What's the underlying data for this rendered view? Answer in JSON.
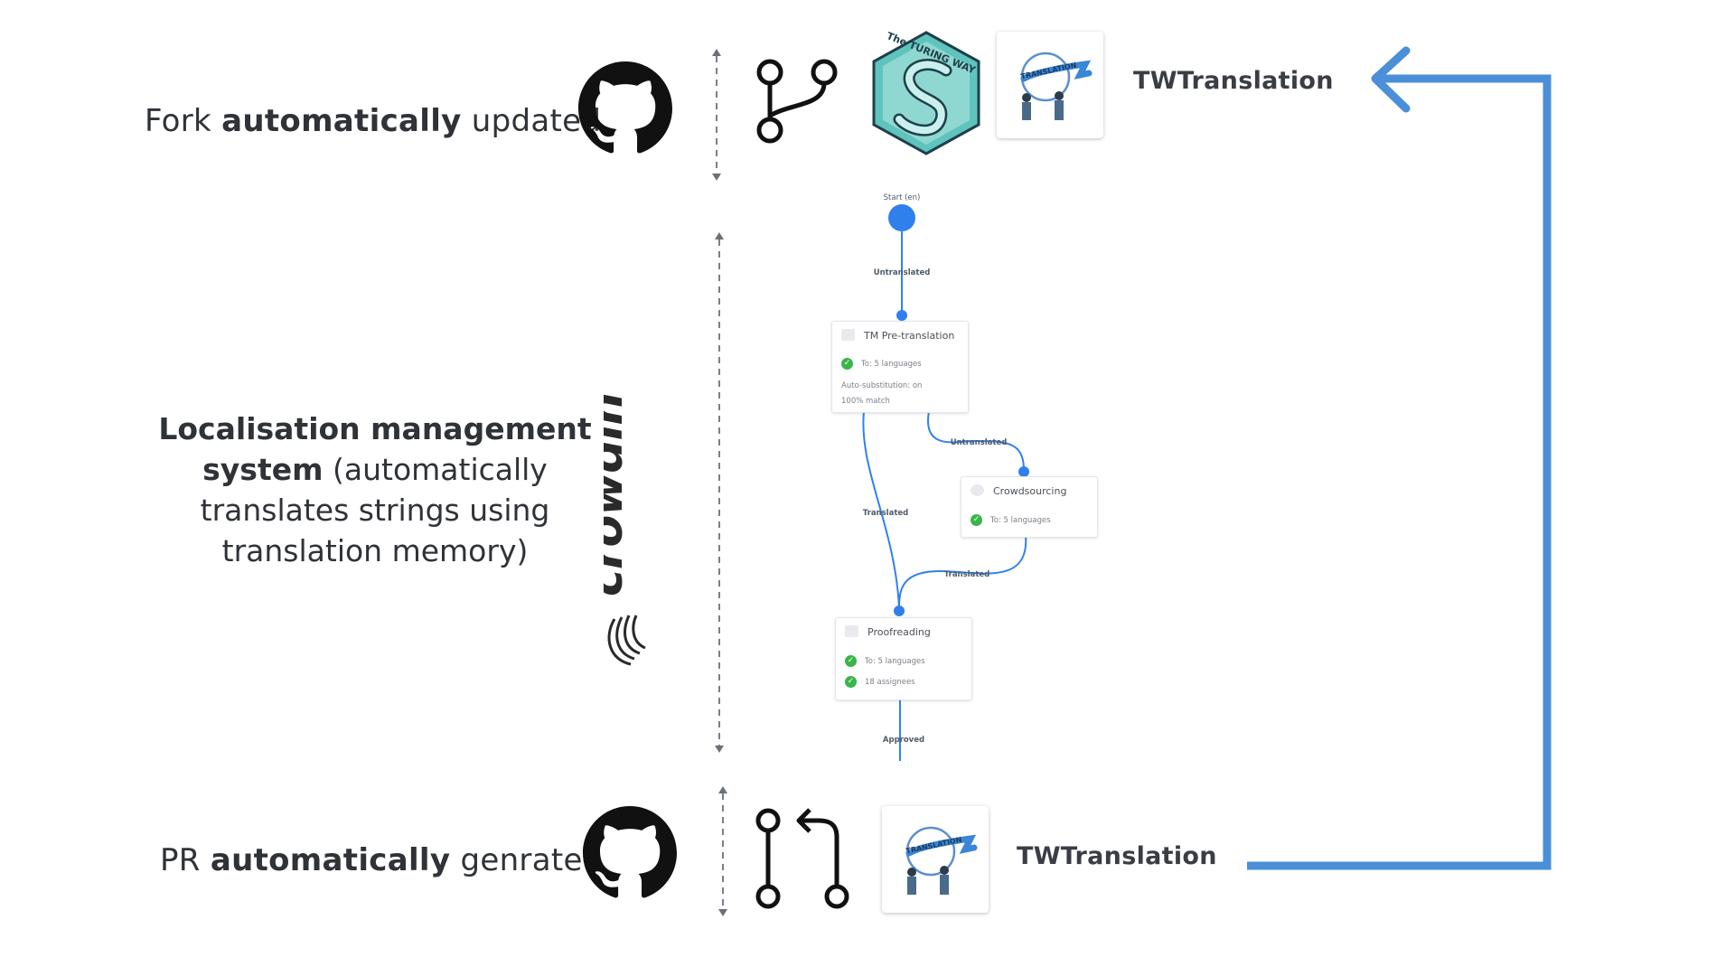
{
  "rows": {
    "fork": {
      "prefix": "Fork ",
      "bold": "automatically",
      "suffix": " updated"
    },
    "lms": {
      "bold1": "Localisation management",
      "bold2": "system",
      "rest1": " (automatically",
      "rest2": "translates strings using",
      "rest3": "translation memory)"
    },
    "pr": {
      "prefix": "PR ",
      "bold": "automatically",
      "suffix": " genrated"
    }
  },
  "tw_label_top": "TWTranslation",
  "tw_label_bottom": "TWTranslation",
  "crowdin_logo": "crowdin",
  "turing_badge_text": "The TURING WAY",
  "translation_badge_text": "TRANSLATION",
  "workflow": {
    "start_label": "Start (en)",
    "edge_untranslated_1": "Untranslated",
    "edge_untranslated_2": "Untranslated",
    "edge_translated_1": "Translated",
    "edge_translated_2": "Translated",
    "edge_approved": "Approved",
    "tm": {
      "title": "TM Pre-translation",
      "line1": "To: 5 languages",
      "line2": "Auto-substitution: on",
      "line3": "100% match"
    },
    "crowd": {
      "title": "Crowdsourcing",
      "line1": "To: 5 languages"
    },
    "proof": {
      "title": "Proofreading",
      "line1": "To: 5 languages",
      "line2": "18 assignees"
    }
  },
  "icons": [
    "github-icon",
    "git-branch-icon",
    "git-pull-request-icon",
    "crowdin-logo",
    "turing-way-logo",
    "translation-badge",
    "return-arrow"
  ],
  "colors": {
    "arrow_blue": "#4a8fd8",
    "workflow_blue": "#2f80ed",
    "check_green": "#39b54a",
    "turing_teal": "#3ab5b0"
  }
}
